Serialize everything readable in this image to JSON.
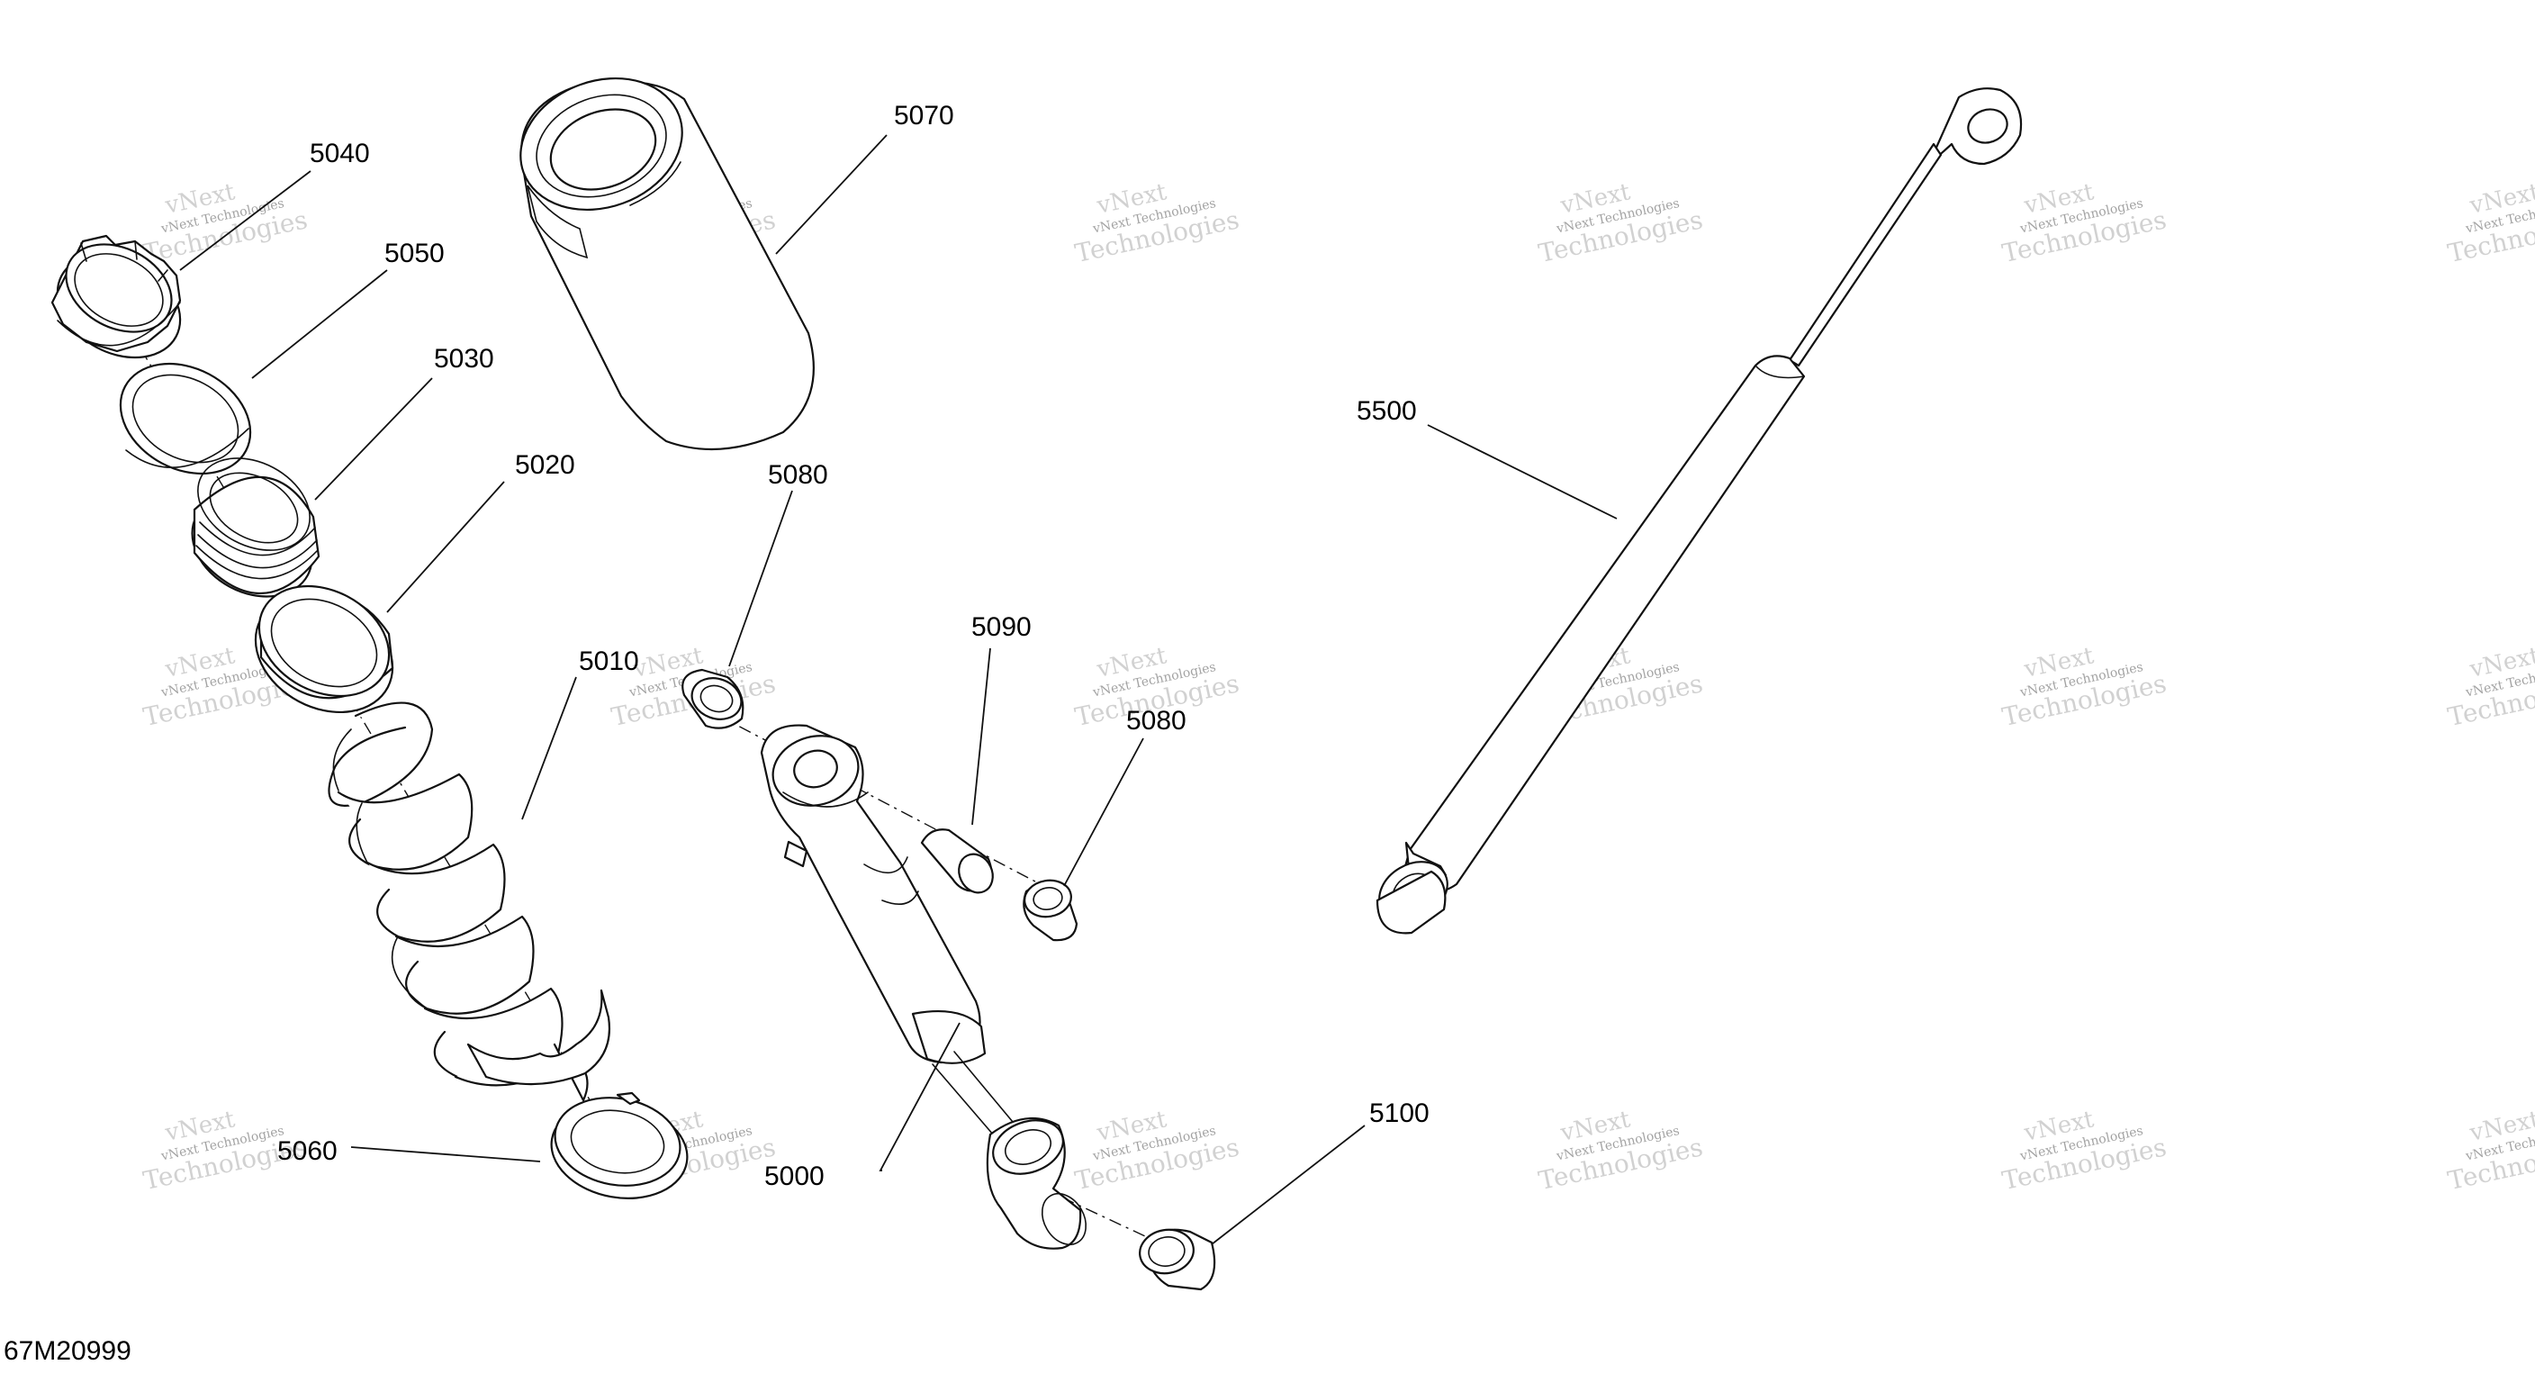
{
  "drawing_number": "67M20999",
  "callouts": {
    "c5000": "5000",
    "c5010": "5010",
    "c5020": "5020",
    "c5030": "5030",
    "c5040": "5040",
    "c5050": "5050",
    "c5060": "5060",
    "c5070": "5070",
    "c5080a": "5080",
    "c5080b": "5080",
    "c5090": "5090",
    "c5100": "5100",
    "c5500": "5500"
  },
  "watermark": {
    "line1": "vNext Technologies",
    "line2": "vNext",
    "line3": "Technologies"
  }
}
